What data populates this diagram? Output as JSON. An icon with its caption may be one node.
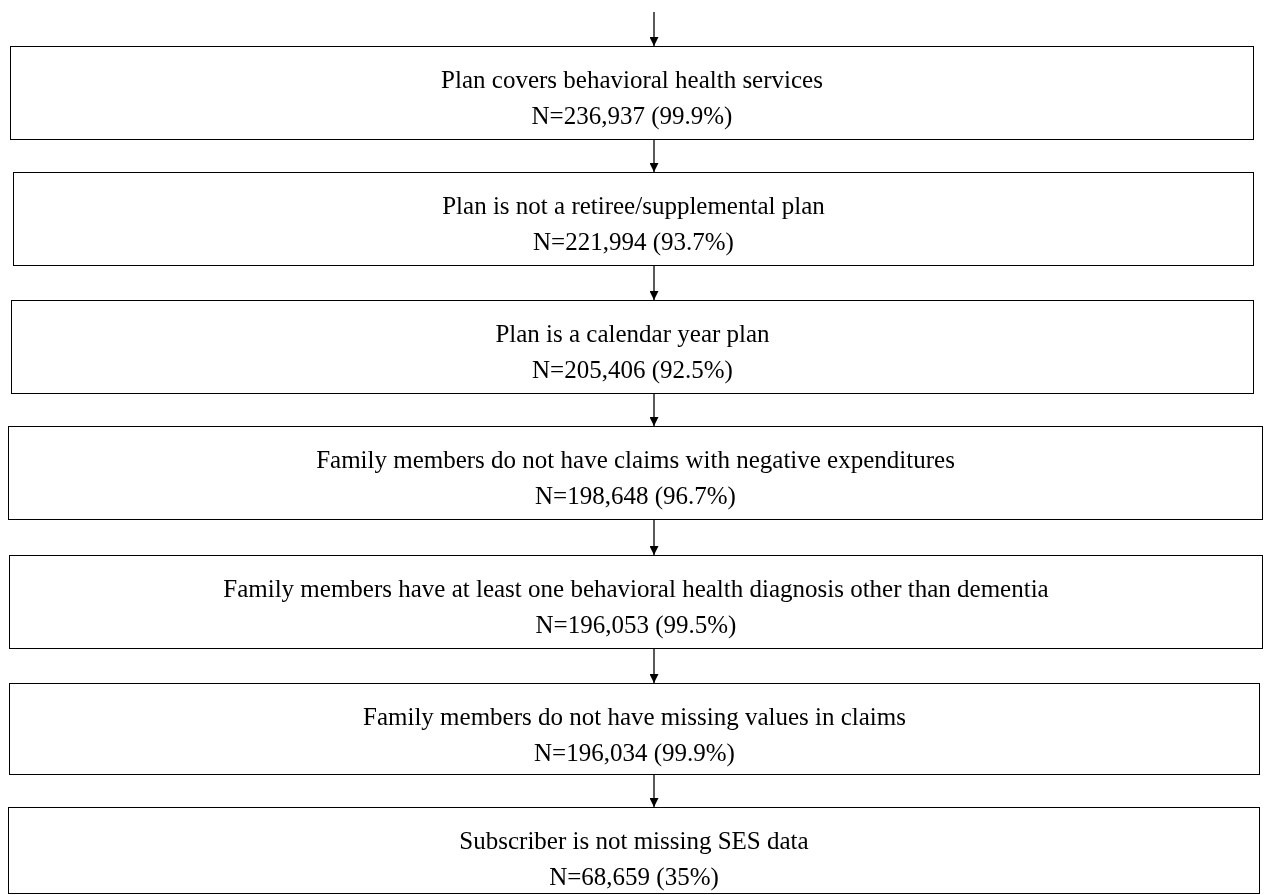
{
  "diagram": {
    "nodes": [
      {
        "text": [
          "Plan covers behavioral health services",
          "N=236,937 (99.9%)"
        ]
      },
      {
        "text": [
          "Plan is not a retiree/supplemental plan",
          "N=221,994 (93.7%)"
        ]
      },
      {
        "text": [
          "Plan is a calendar year plan",
          "N=205,406 (92.5%)"
        ]
      },
      {
        "text": [
          "Family members do not have claims with negative expenditures",
          "N=198,648 (96.7%)"
        ]
      },
      {
        "text": [
          "Family members have at least one behavioral health diagnosis other than dementia",
          "N=196,053 (99.5%)"
        ]
      },
      {
        "text": [
          "Family members do not have missing values in claims",
          "N=196,034 (99.9%)"
        ]
      },
      {
        "text": [
          "Subscriber is not missing SES data",
          "N=68,659 (35%)"
        ]
      }
    ],
    "edges": [
      {
        "from": null,
        "to": 0,
        "arrow": "to"
      },
      {
        "from": 0,
        "to": 1,
        "arrow": "to"
      },
      {
        "from": 1,
        "to": 2,
        "arrow": "to"
      },
      {
        "from": 2,
        "to": 3,
        "arrow": "to"
      },
      {
        "from": 3,
        "to": 4,
        "arrow": "to"
      },
      {
        "from": 4,
        "to": 5,
        "arrow": "to"
      },
      {
        "from": 5,
        "to": 6,
        "arrow": "to"
      }
    ]
  }
}
